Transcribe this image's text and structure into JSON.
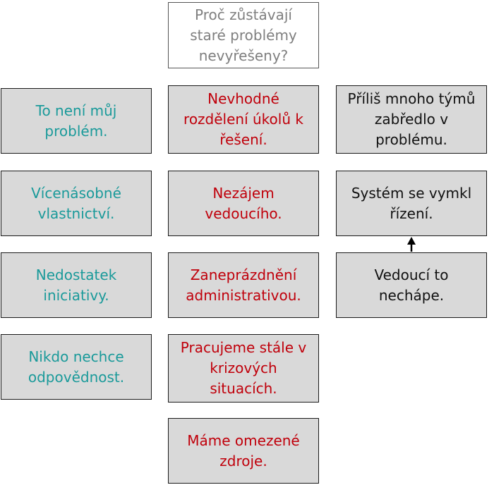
{
  "title": [
    "Proč zůstávají",
    "staré problémy",
    "nevyřešeny?"
  ],
  "left_column": [
    {
      "lines": [
        "To není můj",
        "problém."
      ]
    },
    {
      "lines": [
        "Vícenásobné",
        "vlastnictví."
      ]
    },
    {
      "lines": [
        "Nedostatek",
        "iniciativy."
      ]
    },
    {
      "lines": [
        "Nikdo nechce",
        "odpovědnost."
      ]
    }
  ],
  "middle_column": [
    {
      "lines": [
        "Nevhodné",
        "rozdělení úkolů k",
        "řešení."
      ]
    },
    {
      "lines": [
        "Nezájem",
        "vedoucího."
      ]
    },
    {
      "lines": [
        "Zaneprázdnění",
        "administrativou."
      ]
    },
    {
      "lines": [
        "Pracujeme stále v",
        "krizových",
        "situacích."
      ]
    },
    {
      "lines": [
        "Máme omezené",
        "zdroje."
      ]
    }
  ],
  "right_column": [
    {
      "lines": [
        "Příliš mnoho týmů",
        "zabředlo v",
        "problému."
      ]
    },
    {
      "lines": [
        "Systém se vymkl",
        "řízení."
      ]
    },
    {
      "lines": [
        "Vedoucí to",
        "nechápe."
      ]
    }
  ],
  "colors": {
    "left_text": "#1a9a9a",
    "middle_text": "#c0000b",
    "right_text": "#111111",
    "title_text": "#7f7f7f",
    "box_fill": "#d9d9d9"
  }
}
